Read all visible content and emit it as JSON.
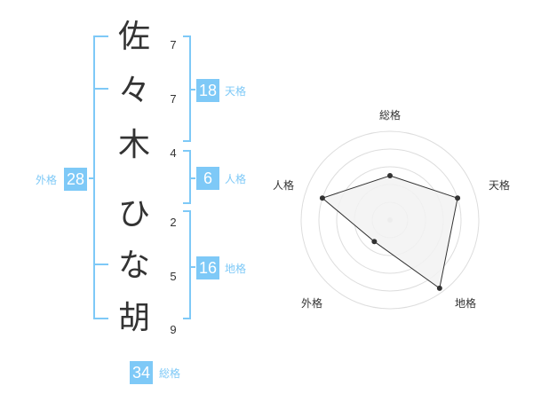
{
  "name": {
    "characters": [
      {
        "char": "佐",
        "strokes": "7"
      },
      {
        "char": "々",
        "strokes": "7"
      },
      {
        "char": "木",
        "strokes": "4"
      },
      {
        "char": "ひ",
        "strokes": "2"
      },
      {
        "char": "な",
        "strokes": "5"
      },
      {
        "char": "胡",
        "strokes": "9"
      }
    ]
  },
  "kakusu": {
    "tenkaku": {
      "value": "18",
      "label": "天格"
    },
    "jinkaku": {
      "value": "6",
      "label": "人格"
    },
    "chikaku": {
      "value": "16",
      "label": "地格"
    },
    "gaikaku": {
      "value": "28",
      "label": "外格"
    },
    "soukaku": {
      "value": "34",
      "label": "総格"
    }
  },
  "radar": {
    "axes": [
      "総格",
      "天格",
      "地格",
      "外格",
      "人格"
    ],
    "values": [
      0.5,
      0.8,
      0.95,
      0.3,
      0.8
    ],
    "rings": 5,
    "line_color": "#333333",
    "fill_color": "#f2f2f2",
    "ring_color": "#dddddd"
  },
  "colors": {
    "accent": "#7ec9f7",
    "text": "#333333"
  }
}
